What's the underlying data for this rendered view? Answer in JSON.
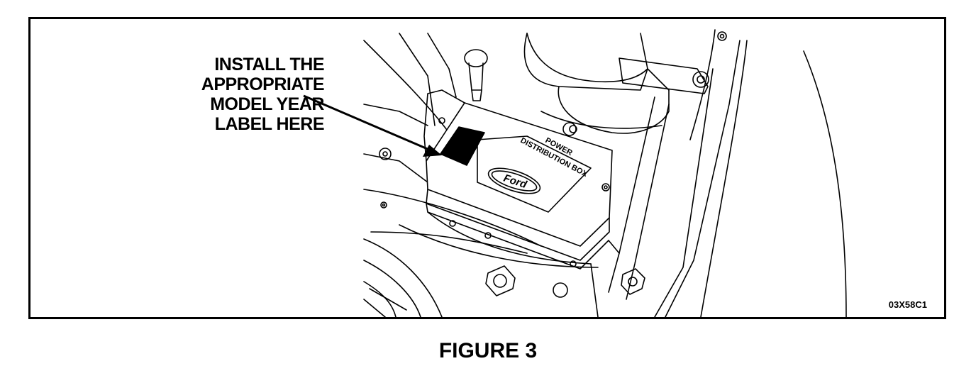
{
  "callout": {
    "lines": [
      "INSTALL THE",
      "APPROPRIATE",
      "MODEL YEAR",
      "LABEL HERE"
    ]
  },
  "diagram": {
    "box_label_line1": "POWER",
    "box_label_line2": "DISTRIBUTION BOX",
    "logo_text": "Ford"
  },
  "image_code": "03X58C1",
  "caption": "FIGURE 3"
}
